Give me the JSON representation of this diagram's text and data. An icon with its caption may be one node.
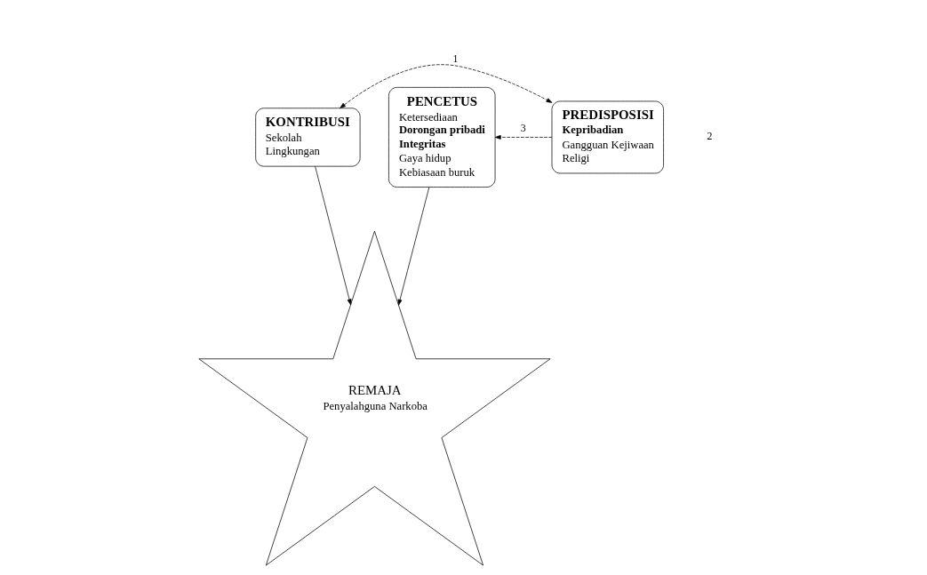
{
  "diagram": {
    "nodes": [
      {
        "text": [
          "KONTRIBUSI",
          "Sekolah",
          "Lingkungan"
        ]
      },
      {
        "text": [
          "PENCETUS",
          "Ketersediaan",
          "Dorongan pribadi",
          "Integritas",
          "Gaya hidup",
          "Kebiasaan buruk"
        ]
      },
      {
        "text": [
          "PREDISPOSISI",
          "Kepribadian",
          "Gangguan Kejiwaan",
          "Religi"
        ]
      },
      {
        "text": [
          "REMAJA",
          "Penyalahguna Narkoba"
        ]
      }
    ],
    "edges": [
      {
        "from": 0,
        "to": 2,
        "arrow": "both",
        "style": "dashed",
        "label": "1"
      },
      {
        "from": 0,
        "to": 3,
        "arrow": "to"
      },
      {
        "from": 1,
        "to": 3,
        "arrow": "to"
      },
      {
        "from": 2,
        "to": 1,
        "arrow": "to",
        "style": "dashed",
        "label": "3"
      }
    ],
    "labels": [
      "2"
    ]
  }
}
